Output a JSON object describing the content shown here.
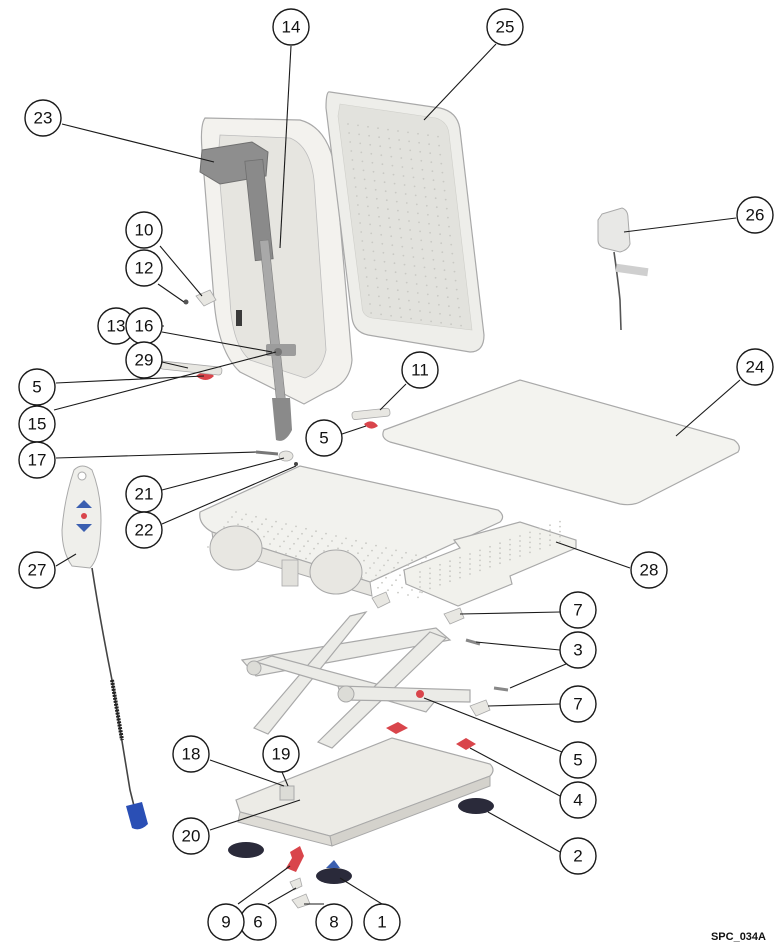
{
  "diagram": {
    "reference_code": "SPC_034A",
    "callouts": [
      "1",
      "2",
      "3",
      "4",
      "5",
      "6",
      "7",
      "8",
      "9",
      "10",
      "11",
      "12",
      "13",
      "14",
      "15",
      "16",
      "17",
      "18",
      "19",
      "20",
      "21",
      "22",
      "23",
      "24",
      "25",
      "26",
      "27",
      "28",
      "29"
    ]
  },
  "colors": {
    "part_fill": "#f2f2ee",
    "part_stroke": "#a9a9a9",
    "actuator": "#9a9a9a",
    "red_part": "#d9454b",
    "dark_part": "#2a2a3a",
    "handset_button": "#3b5fb0",
    "plug": "#2a4fb5",
    "line": "#1a1a1a"
  }
}
